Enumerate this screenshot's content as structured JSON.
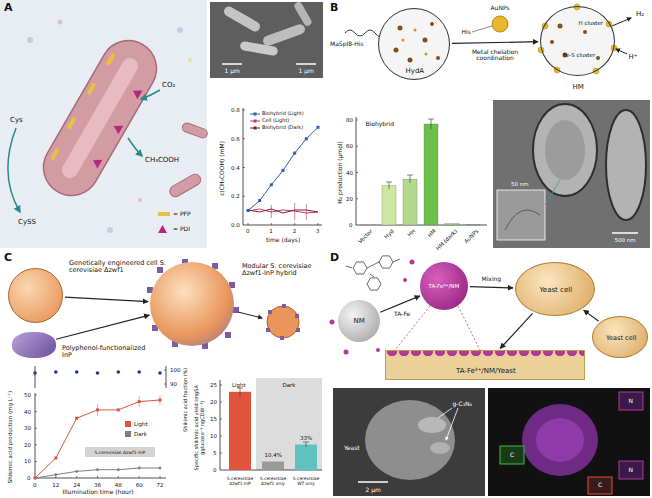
{
  "diagram": {
    "nodes": [
      {
        "text": [
          "HydA"
        ]
      },
      {
        "text": [
          "H cluster",
          "Fe-S cluster",
          "HM"
        ]
      },
      {
        "text": [
          "Genetically engineered cell S. cerevisiae Δzwf1"
        ]
      },
      {
        "text": [
          "Polyphenol-functionalized InP"
        ]
      },
      {
        "text": [
          "Modular S. cerevisiae Δzwf1-InP hybrid"
        ]
      },
      {
        "text": [
          "NM"
        ]
      },
      {
        "text": [
          "TA-Fe³⁺/NM"
        ]
      },
      {
        "text": [
          "Yeast cell"
        ]
      },
      {
        "text": [
          "Yeast cell"
        ]
      },
      {
        "text": [
          "TA-Fe³⁺/NM/Yeast"
        ]
      }
    ],
    "edges": [
      {
        "from": 0,
        "to": 1,
        "arrow": "to",
        "label": "Metal chelation coordination"
      },
      {
        "from": 2,
        "to": 4,
        "arrow": "to"
      },
      {
        "from": 3,
        "to": 4,
        "arrow": "to"
      },
      {
        "from": 5,
        "to": 6,
        "arrow": "to",
        "label": "TA-Fe"
      },
      {
        "from": 6,
        "to": 7,
        "arrow": "to",
        "label": "Mixing"
      },
      {
        "from": 8,
        "to": 7,
        "arrow": "to"
      },
      {
        "from": 7,
        "to": 9,
        "arrow": "to"
      }
    ],
    "labels": [
      "A",
      "Cys",
      "CySS",
      "CO₂",
      "CH₃COOH",
      "1 μm",
      "1 μm",
      "0.8",
      "0.6",
      "0.4",
      "0.2",
      "0.0",
      "0",
      "1",
      "2",
      "3",
      "time (days)",
      "c(CH₃COOH) (mM)",
      "B",
      "MaSpI8-His",
      "AuNPs",
      "His",
      "H₂",
      "H⁺",
      "80",
      "60",
      "40",
      "20",
      "0",
      "H₂ production (μmol)",
      "Biohybrid",
      "Vector",
      "Hyd",
      "HH",
      "HM",
      "HM (dark)",
      "AuNPs",
      "50 nm",
      "500 nm",
      "C",
      "50",
      "40",
      "30",
      "20",
      "10",
      "0",
      "Shikimic acid production (mg L⁻¹)",
      "0",
      "12",
      "24",
      "36",
      "48",
      "60",
      "72",
      "Illumination time (hour)",
      "100",
      "90",
      "Shikimic acid fraction (%)",
      "S.cerevisiae Δzwf1-InP",
      "25",
      "20",
      "15",
      "10",
      "5",
      "0",
      "Specific shikimic acid yield (mgSA gglucose⁻¹ ngCDW⁻¹)",
      "Light",
      "Dark",
      "10.4%",
      "33%",
      "S.cerevisiae Δzwf1-InP",
      "S.cerevisiae Δzwf1 only",
      "S.cerevisiae WT only",
      "D",
      "g-C₃N₄",
      "Yeast",
      "2 μm",
      "N",
      "C",
      "C",
      "N"
    ],
    "legend": [
      {
        "text": "= PFP",
        "color": "#e8c23a"
      },
      {
        "text": "= PDI",
        "color": "#b4287c"
      },
      {
        "text": "Biohybrid (Light)"
      },
      {
        "text": "Cell (Light)"
      },
      {
        "text": "Biohybrid (Dark)"
      },
      {
        "text": "Light",
        "color": "#e0533d"
      },
      {
        "text": "Dark",
        "color": "#7f7f7f"
      }
    ]
  }
}
